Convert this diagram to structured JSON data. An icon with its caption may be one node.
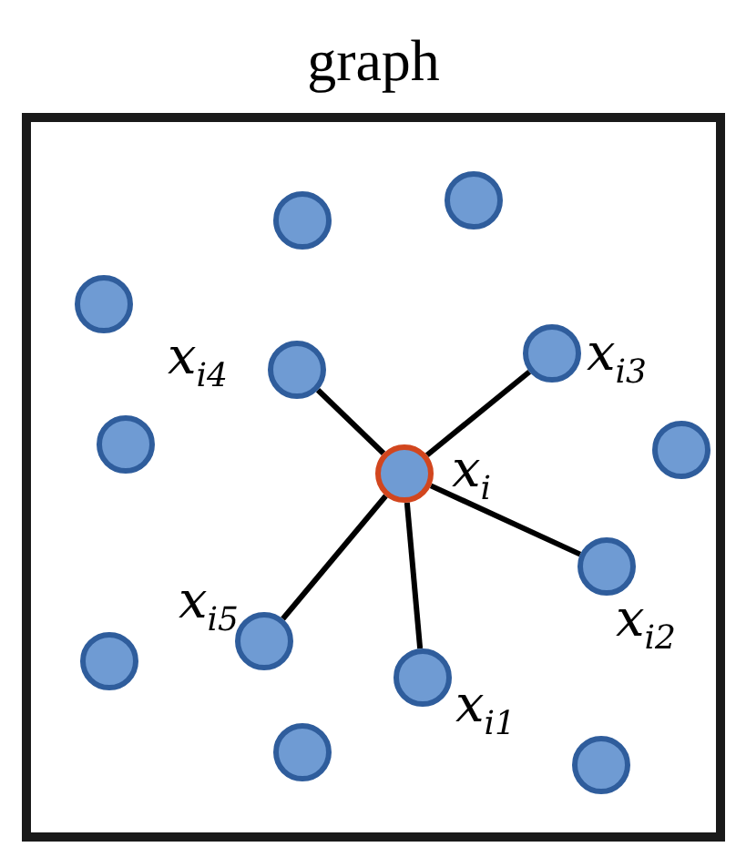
{
  "diagram": {
    "nodes": [
      {
        "text": [
          "graph"
        ]
      },
      {
        "text": [],
        "shape": "circle",
        "in": 0
      },
      {
        "text": [],
        "shape": "circle",
        "in": 0
      },
      {
        "text": [],
        "shape": "circle",
        "in": 0
      },
      {
        "text": [],
        "shape": "circle",
        "in": 0,
        "beside": [
          "x$_{i3}$"
        ]
      },
      {
        "text": [],
        "shape": "circle",
        "in": 0,
        "beside": [
          "x$_{i4}$"
        ]
      },
      {
        "text": [],
        "shape": "circle",
        "in": 0
      },
      {
        "text": [],
        "shape": "circle",
        "in": 0
      },
      {
        "text": [],
        "shape": "circle",
        "in": 0,
        "beside": [
          "x$_{i}$"
        ]
      },
      {
        "text": [],
        "shape": "circle",
        "in": 0,
        "beside": [
          "x$_{i2}$"
        ]
      },
      {
        "text": [],
        "shape": "circle",
        "in": 0,
        "beside": [
          "x$_{i5}$"
        ]
      },
      {
        "text": [],
        "shape": "circle",
        "in": 0
      },
      {
        "text": [],
        "shape": "circle",
        "in": 0,
        "beside": [
          "x$_{i1}$"
        ]
      },
      {
        "text": [],
        "shape": "circle",
        "in": 0
      },
      {
        "text": [],
        "shape": "circle",
        "in": 0
      }
    ],
    "edges": [
      {
        "from": 8,
        "to": 5,
        "arrow": "none"
      },
      {
        "from": 8,
        "to": 4,
        "arrow": "none"
      },
      {
        "from": 8,
        "to": 9,
        "arrow": "none"
      },
      {
        "from": 8,
        "to": 10,
        "arrow": "none"
      },
      {
        "from": 8,
        "to": 12,
        "arrow": "none"
      }
    ]
  }
}
